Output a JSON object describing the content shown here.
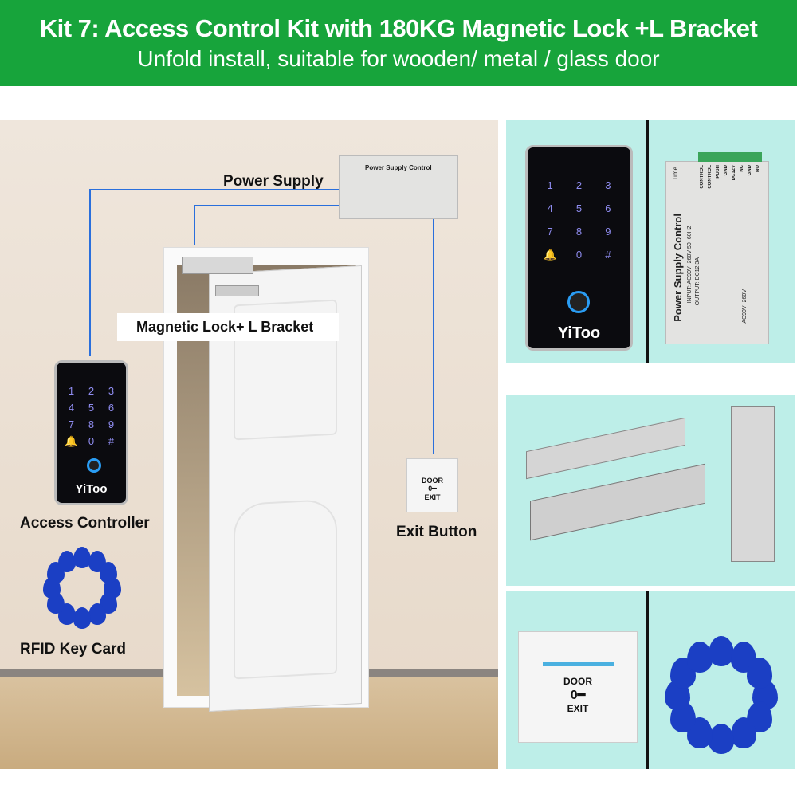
{
  "header": {
    "title": "Kit 7: Access Control Kit with 180KG Magnetic Lock +L Bracket",
    "subtitle": "Unfold install, suitable for wooden/ metal / glass door"
  },
  "diagram": {
    "power_supply_label": "Power Supply",
    "magnetic_lock_label": "Magnetic Lock+ L Bracket",
    "access_controller_label": "Access Controller",
    "exit_button_label": "Exit Button",
    "rfid_label": "RFID Key Card"
  },
  "keypad": {
    "keys": [
      "1",
      "2",
      "3",
      "4",
      "5",
      "6",
      "7",
      "8",
      "9",
      "🔔",
      "0",
      "#"
    ],
    "brand": "YiToo"
  },
  "power_supply": {
    "title": "Power Supply Control",
    "input": "INPUT: AC90V~260V 50~60HZ",
    "output": "OUTPUT: DC12 3A",
    "time": "Time",
    "terminals": [
      "CONTROL",
      "CONTROL",
      "PUSH",
      "GND",
      "DC12V",
      "NC",
      "GND",
      "NO"
    ],
    "rating": "AC90V~260V"
  },
  "exit_button": {
    "line1": "DOOR",
    "line2": "EXIT"
  },
  "colors": {
    "header": "#17a43b",
    "wire": "#2a6fdc",
    "panel": "#bdeee8",
    "tag": "#1b3fc4"
  }
}
